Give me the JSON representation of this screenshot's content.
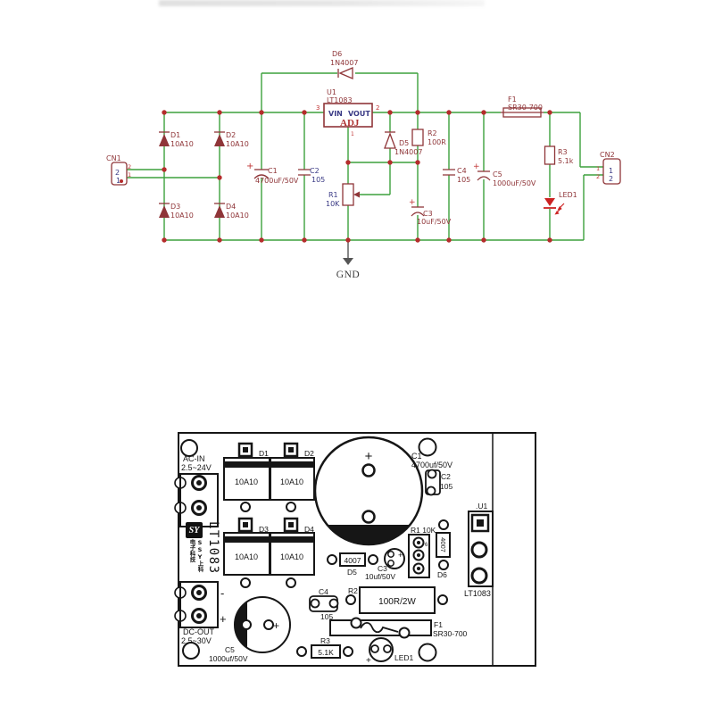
{
  "colors": {
    "schematic_wire": "#3da13d",
    "schematic_outline": "#8f3538",
    "junction_dot": "#b52c2c",
    "pin_number_red": "#c03434",
    "label_navy": "#3a3a85",
    "led_red": "#cc2222",
    "silkscreen_ink": "#161616"
  },
  "sch": {
    "cn1": {
      "ref": "CN1",
      "pin_top": "2",
      "pin_bottom": "1",
      "pad_top": "2",
      "pad_bottom": "1"
    },
    "d1": {
      "ref": "D1",
      "value": "10A10"
    },
    "d2": {
      "ref": "D2",
      "value": "10A10"
    },
    "d3": {
      "ref": "D3",
      "value": "10A10"
    },
    "d4": {
      "ref": "D4",
      "value": "10A10"
    },
    "c1": {
      "ref": "C1",
      "value": "4700uF/50V",
      "plus": "+"
    },
    "c2": {
      "ref": "C2",
      "value": "105"
    },
    "u1": {
      "ref": "U1",
      "value": "LT1083",
      "vin": "VIN",
      "vout": "VOUT",
      "adj": "ADJ",
      "pin3": "3",
      "pin2": "2",
      "pin1": "1"
    },
    "d6": {
      "ref": "D6",
      "value": "1N4007"
    },
    "d5": {
      "ref": "D5",
      "value": "1N4007"
    },
    "r1": {
      "ref": "R1",
      "value": "10K"
    },
    "r2": {
      "ref": "R2",
      "value": "100R"
    },
    "c3": {
      "ref": "C3",
      "value": "10uF/50V",
      "plus": "+"
    },
    "c4": {
      "ref": "C4",
      "value": "105"
    },
    "c5": {
      "ref": "C5",
      "value": "1000uF/50V",
      "plus": "+"
    },
    "f1": {
      "ref": "F1",
      "value": "SR30-700"
    },
    "r3": {
      "ref": "R3",
      "value": "5.1k"
    },
    "led1": {
      "ref": "LED1"
    },
    "cn2": {
      "ref": "CN2",
      "pin_top": "1",
      "pin_bottom": "2",
      "pad_top": "1",
      "pad_bottom": "2"
    },
    "gnd": "GND"
  },
  "pcb": {
    "ac_in": {
      "line1": "AC-IN",
      "line2": "2.5~24V"
    },
    "dc_out": {
      "line1": "DC-OUT",
      "line2": "2.5~30V",
      "minus": "-",
      "plus": "+"
    },
    "d1": {
      "ref": "D1",
      "value": "10A10"
    },
    "d2": {
      "ref": "D2",
      "value": "10A10"
    },
    "d3": {
      "ref": "D3",
      "value": "10A10"
    },
    "d4": {
      "ref": "D4",
      "value": "10A10"
    },
    "c1": {
      "ref": "C1",
      "value": "4700uf/50V",
      "plus": "+"
    },
    "c2": {
      "ref": "C2",
      "value": "105"
    },
    "u1": {
      "ref": ".U1",
      "value": "LT1083"
    },
    "r1": {
      "label": "R1 10K",
      "pin": "6"
    },
    "d5": {
      "body": "4007",
      "ref": "D5"
    },
    "d6": {
      "body": "4007",
      "ref": "D6"
    },
    "c3": {
      "ref": "C3",
      "value": "10uf/50V",
      "plus": "+"
    },
    "c4": {
      "ref": "C4",
      "value": "105"
    },
    "r2": {
      "ref": "R2",
      "value": "100R/2W"
    },
    "f1": {
      "ref": "F1",
      "value": "SR30-700"
    },
    "r3": {
      "ref": "R3",
      "value": "5.1K"
    },
    "led1": {
      "ref": "LED1",
      "plus": "+"
    },
    "c5": {
      "ref": "C5",
      "value": "1000uf/50V",
      "plus": "+"
    },
    "logo": {
      "mark": "SY",
      "col_right": "SSY上科",
      "col_left": "电子科技",
      "chip": "LT1083"
    }
  }
}
